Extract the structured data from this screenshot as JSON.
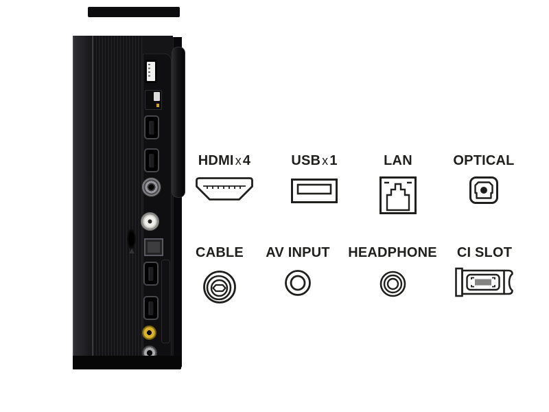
{
  "figure": {
    "description": "TV side panel with rear connection ports and connector legend",
    "background": "#ffffff"
  },
  "tv": {
    "ports": [
      "usb-port",
      "lan-port",
      "hdmi-port-1",
      "hdmi-port-2",
      "antenna-coax-port",
      "satellite-port",
      "optical-audio-port",
      "hdmi-port-3",
      "hdmi-port-4",
      "av-composite-port",
      "headphone-jack",
      "ci-slot"
    ]
  },
  "diagram": {
    "rows": [
      {
        "items": [
          {
            "label": "HDMI",
            "mult": "x",
            "count": "4",
            "icon": "hdmi-connector-icon"
          },
          {
            "label": "USB",
            "mult": "x",
            "count": "1",
            "icon": "usb-connector-icon"
          },
          {
            "label": "LAN",
            "icon": "lan-connector-icon"
          },
          {
            "label": "OPTICAL",
            "icon": "optical-connector-icon"
          }
        ]
      },
      {
        "items": [
          {
            "label": "CABLE",
            "icon": "cable-connector-icon"
          },
          {
            "label": "AV INPUT",
            "icon": "av-input-connector-icon"
          },
          {
            "label": "HEADPHONE",
            "icon": "headphone-connector-icon"
          },
          {
            "label": "CI SLOT",
            "icon": "ci-slot-connector-icon"
          }
        ]
      }
    ]
  },
  "colors": {
    "label_text": "#1f1f1d",
    "icon_stroke": "#1f1f1d",
    "tv_body": "#1a1a1c",
    "av_jack_yellow": "#d9b32a",
    "lan_led_yellow": "#c9a227",
    "background": "#ffffff"
  }
}
